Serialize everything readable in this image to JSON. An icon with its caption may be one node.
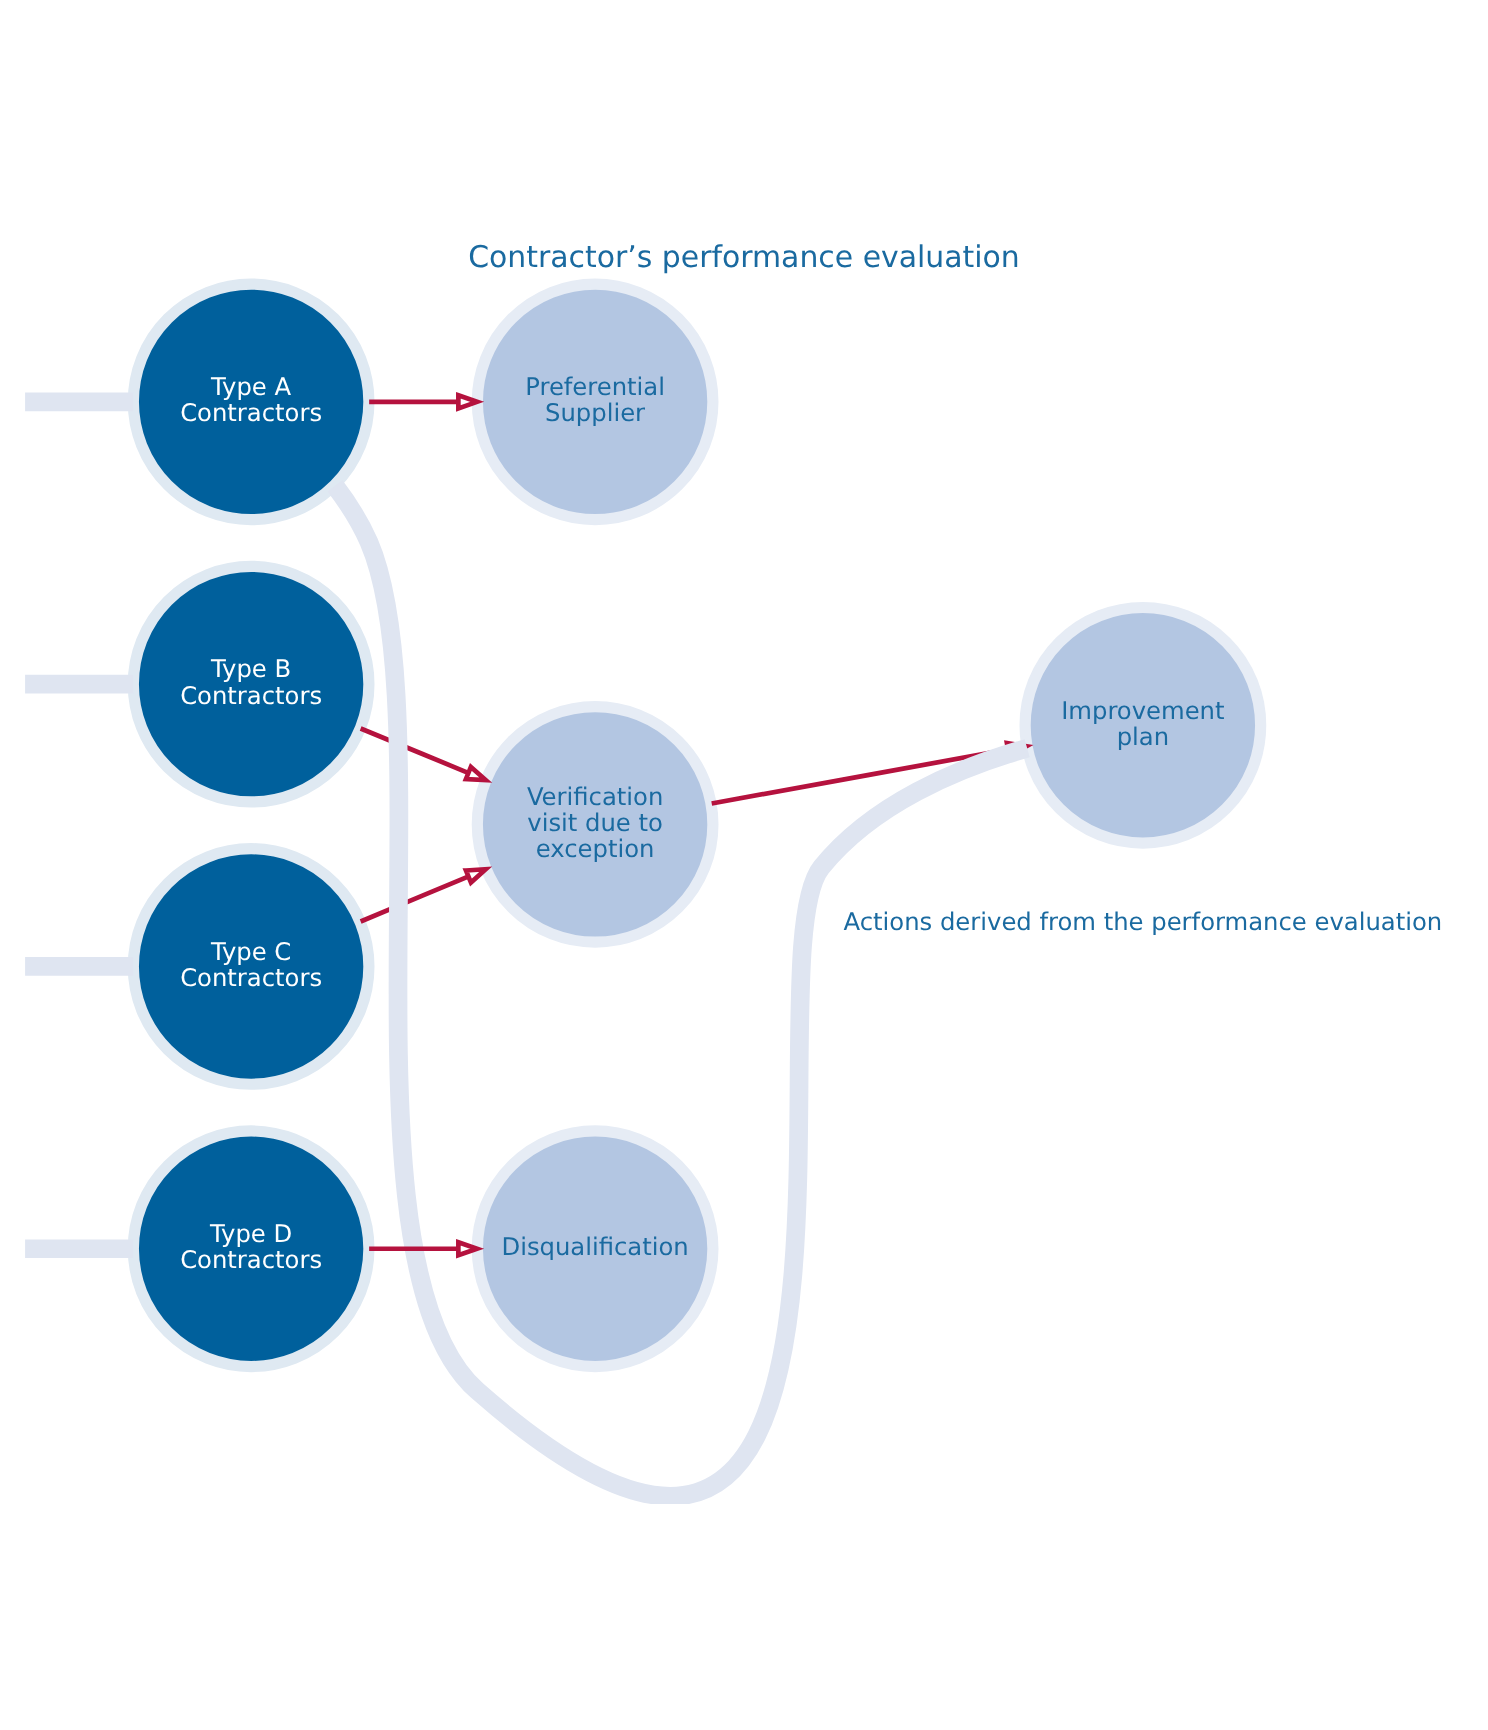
{
  "diagram": {
    "title": "Contractor’s performance evaluation",
    "nodes": [
      {
        "text": [
          "Type A Contractors"
        ]
      },
      {
        "text": [
          "Preferential Supplier"
        ]
      },
      {
        "text": [
          "Type B Contractors"
        ]
      },
      {
        "text": [
          "Type C Contractors"
        ]
      },
      {
        "text": [
          "Verification visit due to exception"
        ]
      },
      {
        "text": [
          "Improvement plan"
        ]
      },
      {
        "text": [
          "Type D Contractors"
        ]
      },
      {
        "text": [
          "Disqualification"
        ]
      }
    ],
    "edges": [
      {
        "from": 0,
        "to": 1,
        "arrow": "to"
      },
      {
        "from": 2,
        "to": 4,
        "arrow": "to"
      },
      {
        "from": 3,
        "to": 4,
        "arrow": "to"
      },
      {
        "from": 4,
        "to": 5,
        "arrow": "to"
      },
      {
        "from": 6,
        "to": 7,
        "arrow": "to"
      },
      {
        "from": 5,
        "to": 0,
        "arrow": "none",
        "style": "thick",
        "color": "#dfe5f1"
      },
      {
        "from": null,
        "to": 0,
        "arrow": "none",
        "style": "thick",
        "color": "#dfe5f1"
      },
      {
        "from": null,
        "to": 2,
        "arrow": "none",
        "style": "thick",
        "color": "#dfe5f1"
      },
      {
        "from": null,
        "to": 3,
        "arrow": "none",
        "style": "thick",
        "color": "#dfe5f1"
      },
      {
        "from": null,
        "to": 6,
        "arrow": "none",
        "style": "thick",
        "color": "#dfe5f1"
      }
    ],
    "labels": [
      "Actions derived from the performance evaluation"
    ]
  }
}
